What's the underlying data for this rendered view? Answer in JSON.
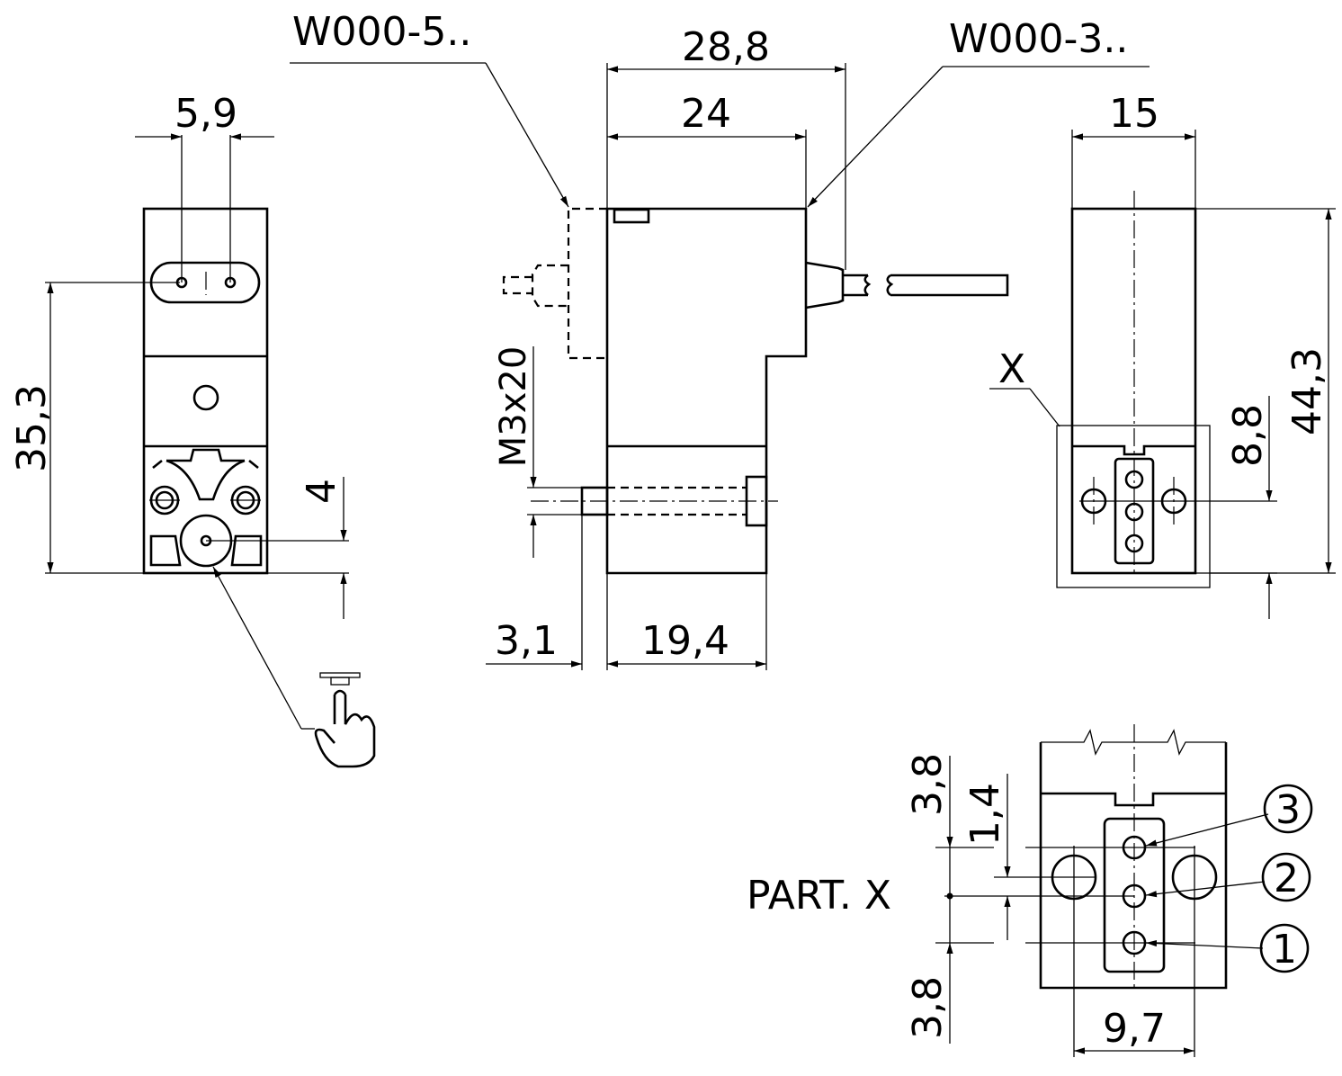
{
  "drawing": {
    "part_numbers": {
      "w_a": "W000-5..",
      "w_b": "W000-3.."
    },
    "dimensions": {
      "d_28_8": "28,8",
      "d_24": "24",
      "d_5_9": "5,9",
      "d_15": "15",
      "d_35_3": "35,3",
      "d_4": "4",
      "d_44_3": "44,3",
      "d_8_8": "8,8",
      "d_m3x20": "M3x20",
      "d_3_1": "3,1",
      "d_19_4": "19,4",
      "d_3_8_top": "3,8",
      "d_1_4": "1,4",
      "d_3_8_bottom": "3,8",
      "d_9_7": "9,7"
    },
    "labels": {
      "x_mark": "X",
      "detail_label": "PART. X",
      "pin_1": "1",
      "pin_2": "2",
      "pin_3": "3"
    },
    "colors": {
      "ink": "#000000",
      "paper": "#ffffff"
    },
    "icons": {
      "manual_override": "pointing-hand-icon"
    }
  }
}
